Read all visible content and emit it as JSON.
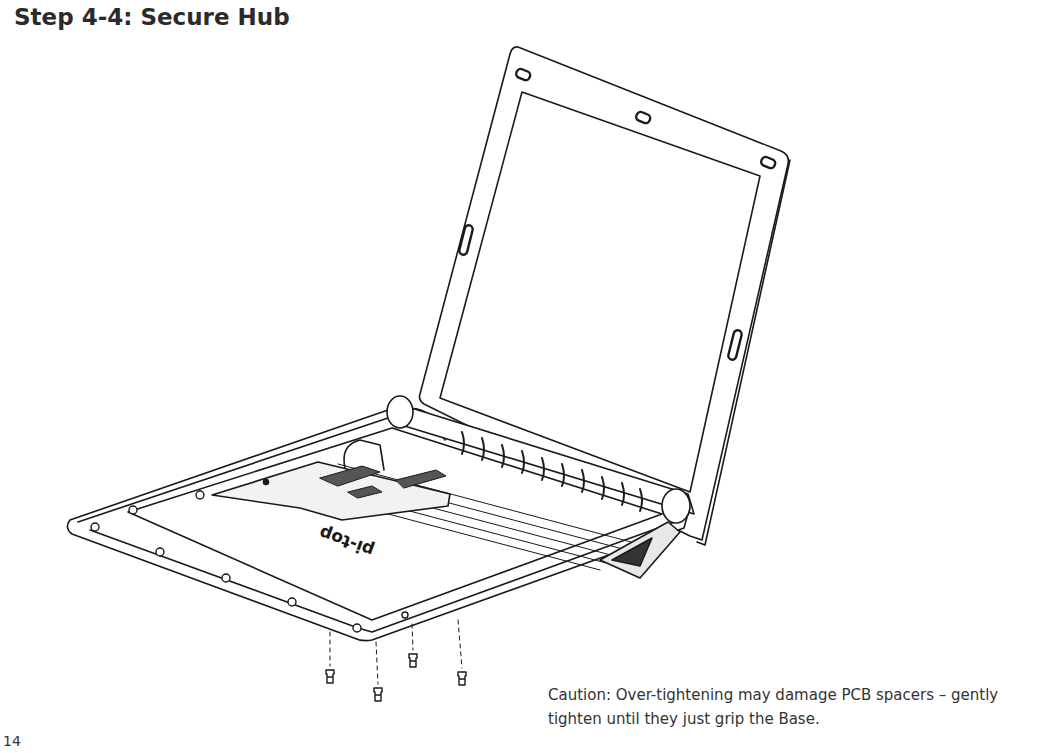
{
  "diagram": {
    "title": "Step 4-4: Secure Hub",
    "caption": "Caution: Over-tightening may damage PCB spacers – gently tighten until they just grip the Base.",
    "labels": [
      "14",
      "pi-top"
    ]
  }
}
